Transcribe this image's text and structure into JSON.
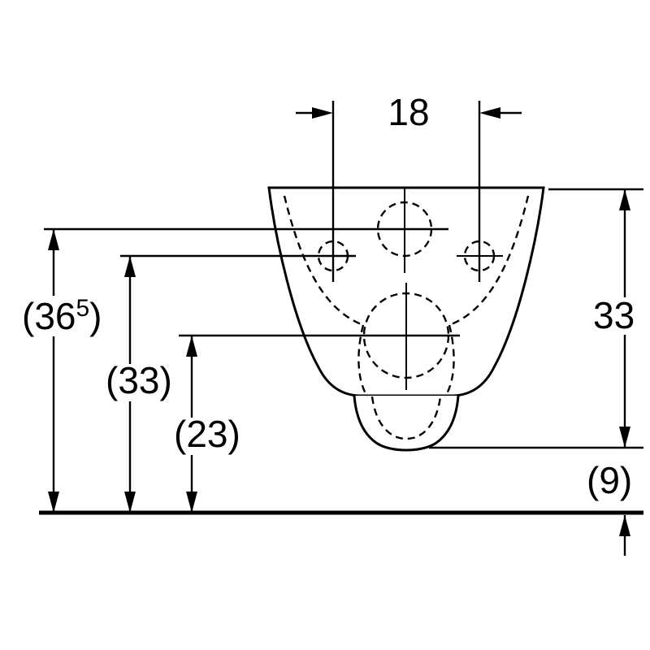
{
  "drawing": {
    "labels": {
      "dim_18": "18",
      "dim_33_right": "33",
      "dim_36_5_prefix": "(36",
      "dim_36_5_sup": "5",
      "dim_36_5_suffix": ")",
      "dim_33_left": "(33)",
      "dim_23": "(23)",
      "dim_9": "(9)"
    },
    "colors": {
      "line": "#000000",
      "background": "#ffffff"
    }
  }
}
